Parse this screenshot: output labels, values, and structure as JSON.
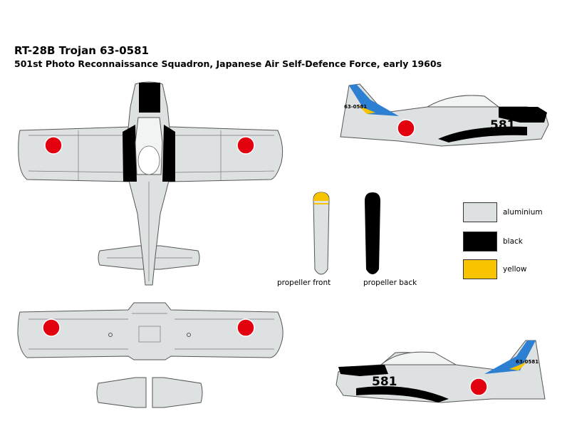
{
  "title": "RT-28B Trojan 63-0581",
  "subtitle": "501st Photo Reconnaissance Squadron, Japanese Air Self-Defence Force, early 1960s",
  "markings": {
    "fuselage_number": "581",
    "tail_serial": "63-0581"
  },
  "propellers": {
    "front_label": "propeller front",
    "back_label": "propeller back"
  },
  "legend": [
    {
      "name": "aluminium",
      "color": "#dde1e2"
    },
    {
      "name": "black",
      "color": "#000000"
    },
    {
      "name": "yellow",
      "color": "#f8c400"
    }
  ],
  "colors": {
    "aluminium": "#dde1e2",
    "black": "#000000",
    "yellow": "#f8c400",
    "roundel_red": "#e3000f",
    "blue": "#2d7fd2",
    "outline": "#555555"
  }
}
